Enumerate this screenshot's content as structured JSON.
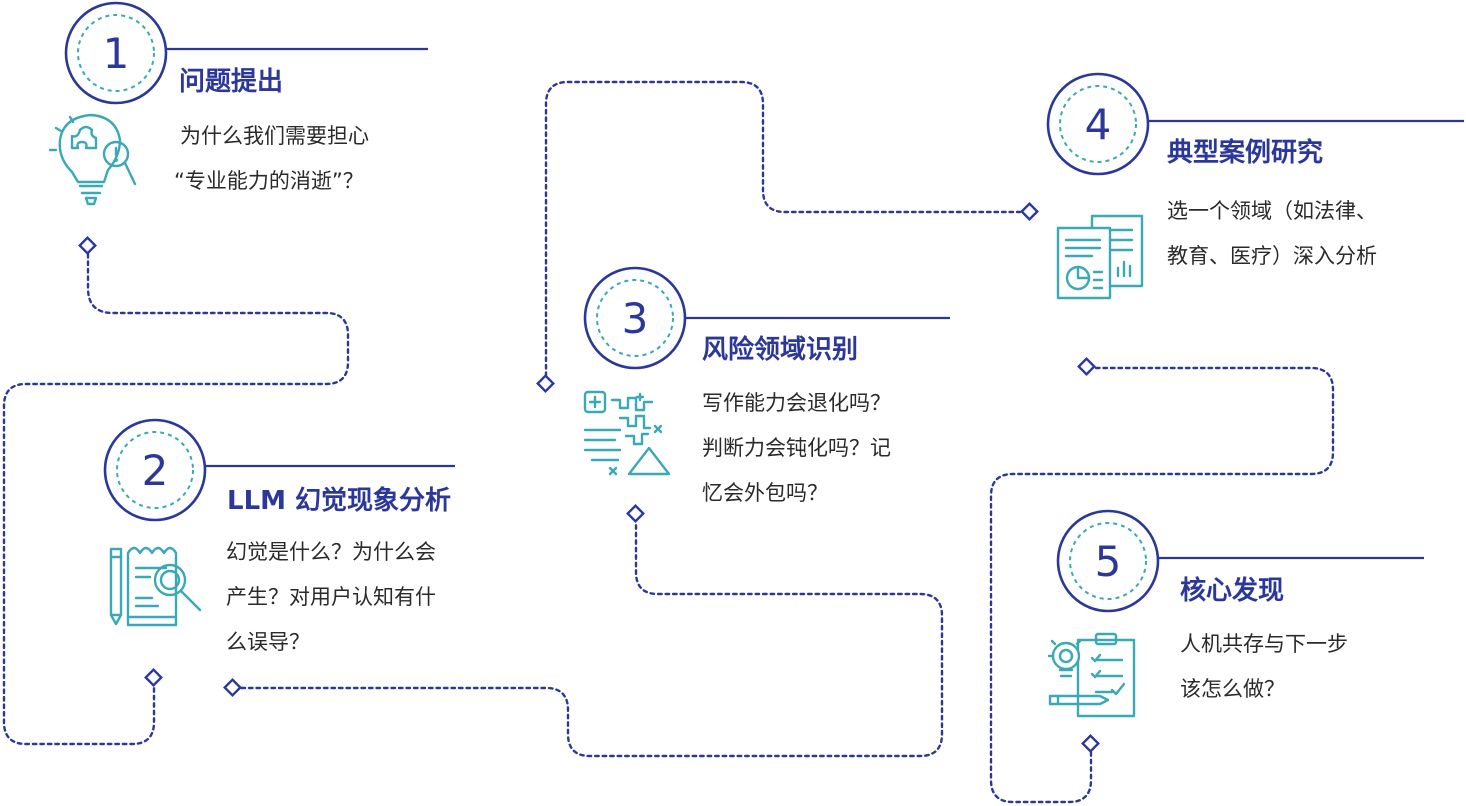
{
  "steps": [
    {
      "number": "1",
      "title": "问题提出",
      "icon": "lightbulb-puzzle-magnifier-icon",
      "lines": [
        "为什么我们需要担心",
        "“专业能力的消逝”？"
      ]
    },
    {
      "number": "2",
      "title": "LLM 幻觉现象分析",
      "icon": "document-magnifier-pencil-icon",
      "lines": [
        "幻觉是什么？为什么会",
        "产生？对用户认知有什",
        "么误导？"
      ]
    },
    {
      "number": "3",
      "title": "风险领域识别",
      "icon": "brain-maze-icon",
      "lines": [
        "写作能力会退化吗？",
        "判断力会钝化吗？记",
        "忆会外包吗？"
      ]
    },
    {
      "number": "4",
      "title": "典型案例研究",
      "icon": "report-documents-icon",
      "lines": [
        "选一个领域（如法律、",
        "教育、医疗）深入分析"
      ]
    },
    {
      "number": "5",
      "title": "核心发现",
      "icon": "clipboard-checklist-lightbulb-icon",
      "lines": [
        "人机共存与下一步",
        "该怎么做？"
      ]
    }
  ],
  "colors": {
    "primary": "#2c3899",
    "accent": "#3aa9b6",
    "text": "#2a2a2a",
    "path": "#2c3899"
  }
}
